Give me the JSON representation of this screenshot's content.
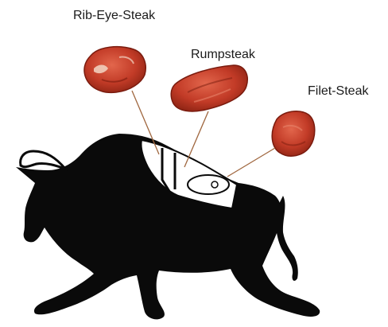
{
  "labels": {
    "ribeye": "Rib-Eye-Steak",
    "rump": "Rumpsteak",
    "filet": "Filet-Steak"
  },
  "colors": {
    "bull": "#0a0a0a",
    "steak": "#c0392b",
    "steak_dark": "#8e1f12",
    "steak_light": "#e06a52",
    "fat": "#f2d6c4",
    "leader_line": "#a0673f",
    "background": "#ffffff"
  },
  "icons": {
    "bull": "bull-silhouette",
    "ribeye": "ribeye-steak-piece",
    "rump": "rump-steak-piece",
    "filet": "filet-steak-piece"
  }
}
